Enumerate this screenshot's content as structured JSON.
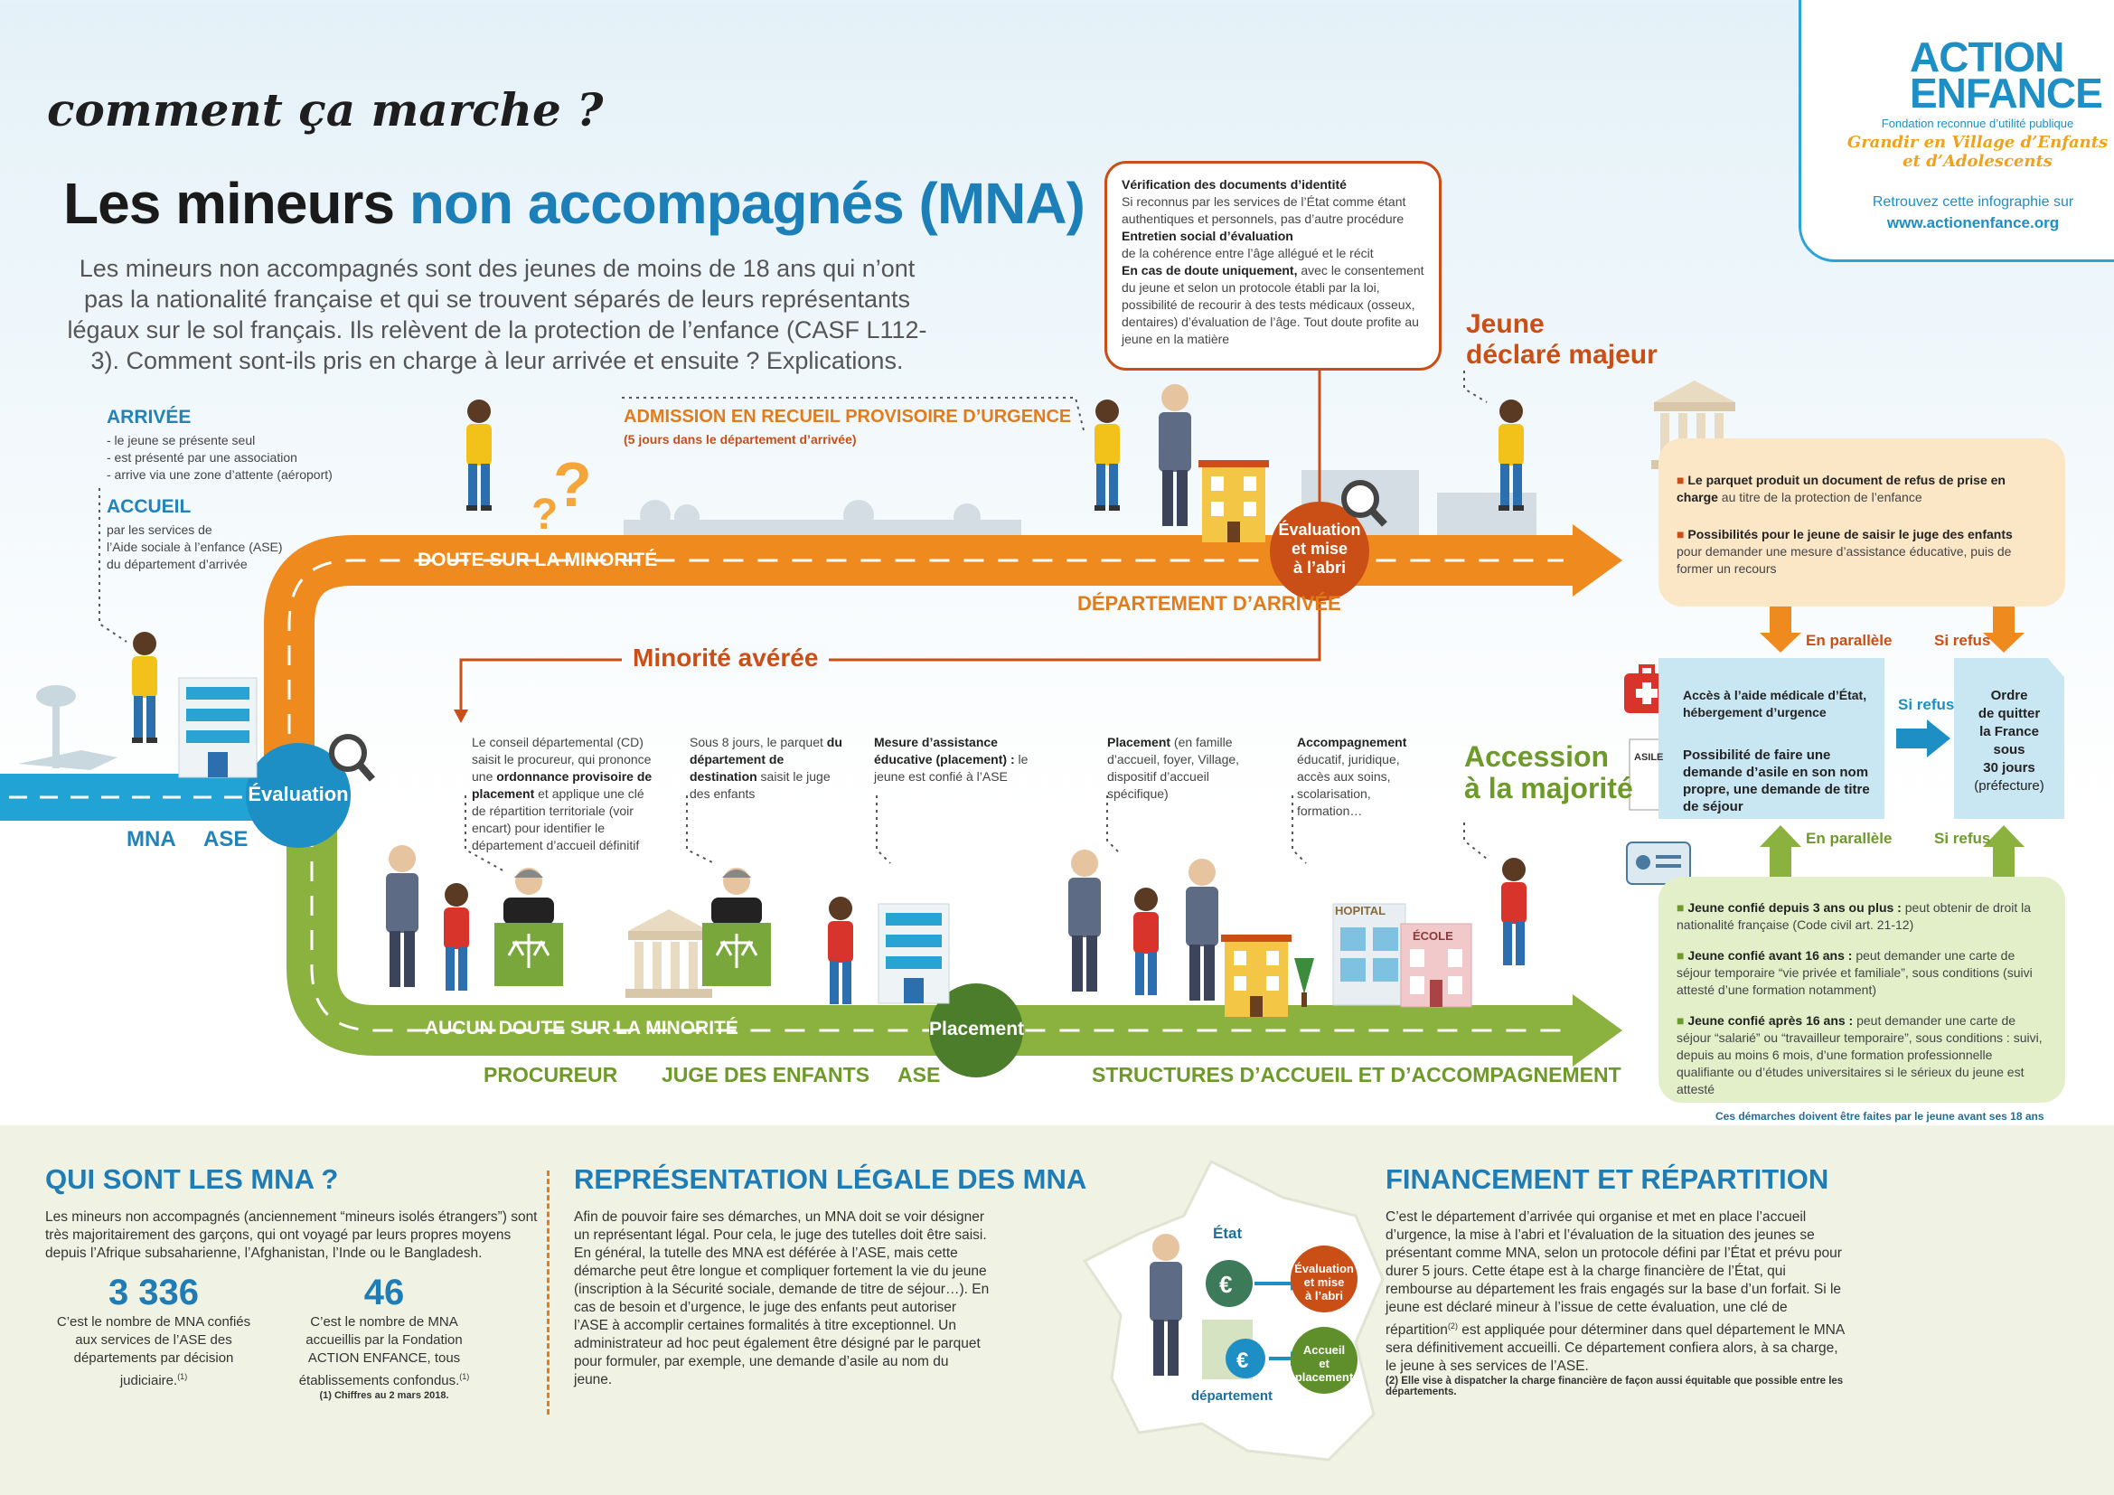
{
  "header": {
    "script_title": "comment ça marche ?",
    "title_part1": "Les mineurs",
    "title_part2": "non accompagnés (MNA)",
    "intro": "Les mineurs non accompagnés sont des jeunes de moins de 18 ans qui n’ont pas la nationalité française et qui se trouvent séparés de leurs représentants légaux sur le sol français. Ils relèvent de la protection de l’enfance (CASF L112-3). Comment sont-ils pris en charge à leur arrivée et ensuite ? Explications."
  },
  "logo": {
    "name1": "ACTION",
    "name2": "ENFANCE",
    "tagline": "Fondation reconnue d’utilité publique",
    "slogan1": "Grandir en Village d’Enfants",
    "slogan2": "et d’Adolescents",
    "more": "Retrouvez cette infographie sur",
    "url": "www.actionenfance.org"
  },
  "arrival": {
    "arrivee_title": "ARRIVÉE",
    "arrivee_items": [
      "- le jeune se présente seul",
      "- est présenté par une association",
      "- arrive via une zone d’attente (aéroport)"
    ],
    "accueil_title": "ACCUEIL",
    "accueil_lines": [
      "par les services de",
      "l’Aide sociale à l’enfance (ASE)",
      "du département d’arrivée"
    ],
    "mna_label": "MNA",
    "ase_label": "ASE",
    "evaluation_label": "Évaluation"
  },
  "top_route": {
    "admission_title": "ADMISSION EN RECUEIL PROVISOIRE D’URGENCE",
    "admission_sub": "(5 jours dans le département d’arrivée)",
    "doute_label": "DOUTE SUR LA MINORITÉ",
    "departement_label": "DÉPARTEMENT D’ARRIVÉE",
    "eval_abri": [
      "Évaluation",
      "et mise",
      "à l’abri"
    ],
    "minorite_avere": "Minorité avérée",
    "jeune_majeur": [
      "Jeune",
      "déclaré majeur"
    ]
  },
  "verification_box": {
    "t1": "Vérification des documents d’identité",
    "p1": "Si reconnus par les services de l’État comme étant authentiques et personnels, pas d’autre procédure",
    "t2": "Entretien social d’évaluation",
    "p2": "de la cohérence entre l’âge allégué et le récit",
    "t3": "En cas de doute uniquement,",
    "p3": " avec le consentement du jeune et selon un protocole établi par la loi, possibilité de recourir à des tests médicaux (osseux, dentaires) d’évaluation de l’âge. Tout doute profite au jeune en la matière"
  },
  "bottom_route": {
    "aucun_doute": "AUCUN DOUTE SUR LA MINORITÉ",
    "placement": "Placement",
    "procureur": "PROCUREUR",
    "juge": "JUGE DES ENFANTS",
    "ase": "ASE",
    "structures": "STRUCTURES D’ACCUEIL ET D’ACCOMPAGNEMENT",
    "accession": [
      "Accession",
      "à la majorité"
    ],
    "hopital": "HOPITAL",
    "ecole": "ÉCOLE",
    "note_cd": {
      "a": "Le conseil départemental (CD) saisit le procureur, qui prononce une ",
      "b": "ordonnance provisoire de placement",
      "c": " et applique une clé de répartition territoriale (voir encart) pour identifier le département d’accueil définitif"
    },
    "note_8j": {
      "a": "Sous 8 jours, le parquet ",
      "b": "du département de destination",
      "c": " saisit le juge des enfants"
    },
    "note_mesure": {
      "b": "Mesure d’assistance éducative (placement) :",
      "c": " le jeune est confié à l’ASE"
    },
    "note_placement": {
      "b": "Placement",
      "c": " (en famille d’accueil, foyer, Village, dispositif d’accueil spécifique)"
    },
    "note_accomp": {
      "b": "Accompagnement",
      "c": " éducatif, juridique, accès aux soins, scolarisation, formation…"
    }
  },
  "right_panel": {
    "refus_1b": "Le parquet produit un document de refus de prise en charge",
    "refus_1c": " au titre de la protection de l’enfance",
    "refus_2b": "Possibilités pour le jeune de saisir le juge des enfants",
    "refus_2c": " pour demander une mesure d’assistance éducative, puis de former un recours",
    "en_parallele": "En parallèle",
    "si_refus": "Si refus",
    "aide_medicale": "Accès à l’aide médicale d’État, hébergement d’urgence",
    "asile_tag": "ASILE",
    "asile_text": "Possibilité de faire une demande d’asile en son nom propre, une demande de titre de séjour",
    "ordre": [
      "Ordre",
      "de quitter",
      "la France",
      "sous",
      "30 jours"
    ],
    "ordre_pref": "(préfecture)",
    "green_1b": "Jeune confié depuis 3 ans ou plus :",
    "green_1c": " peut obtenir de droit la nationalité française (Code civil art. 21-12)",
    "green_2b": "Jeune confié avant 16 ans :",
    "green_2c": " peut demander une carte de séjour temporaire “vie privée et familiale”, sous conditions (suivi attesté d’une formation notamment)",
    "green_3b": "Jeune confié après 16 ans :",
    "green_3c": " peut demander une carte de séjour “salarié” ou “travailleur temporaire”, sous conditions : suivi, depuis au moins 6 mois, d’une formation professionnelle qualifiante ou d’études universitaires si le sérieux du jeune est attesté",
    "footnote": "Ces démarches doivent être faites par le jeune avant ses 18 ans"
  },
  "bottom": {
    "qui_title": "QUI SONT LES MNA ?",
    "qui_text": "Les mineurs non accompagnés (anciennement “mineurs isolés étrangers”) sont très majoritairement des garçons, qui ont voyagé par leurs propres moyens depuis l’Afrique subsaharienne, l’Afghanistan, l’Inde ou le Bangladesh.",
    "num1": "3 336",
    "num1_text": "C’est le nombre de MNA confiés aux services de l’ASE des départements par décision judiciaire.",
    "num2": "46",
    "num2_text": "C’est le nombre de MNA accueillis par la Fondation ACTION ENFANCE, tous établissements confondus.",
    "sup1": "(1)",
    "num_note": "(1) Chiffres au 2 mars 2018.",
    "rep_title": "REPRÉSENTATION LÉGALE DES MNA",
    "rep_text": "Afin de pouvoir faire ses démarches, un MNA doit se voir désigner un représentant légal. Pour cela, le juge des tutelles doit être saisi. En général, la tutelle des MNA est déférée à l’ASE, mais cette démarche peut être longue et compliquer fortement la vie du jeune (inscription à la Sécurité sociale, demande de titre de séjour…). En cas de besoin et d’urgence, le juge des enfants peut autoriser l’ASE à accomplir certaines formalités à titre exceptionnel. Un administrateur ad hoc peut également être désigné par le parquet pour formuler, par exemple, une demande d’asile au nom du jeune.",
    "map_etat": "État",
    "map_departement": "département",
    "map_eval": [
      "Évaluation",
      "et mise",
      "à l’abri"
    ],
    "map_accueil": [
      "Accueil",
      "et",
      "placement"
    ],
    "fin_title": "FINANCEMENT ET RÉPARTITION",
    "fin_text_a": "C’est le département d’arrivée qui organise et met en place l’accueil d’urgence, la mise à l’abri et l’évaluation de la situation des jeunes se présentant comme MNA, selon un protocole défini par l’État et prévu pour durer 5 jours. Cette étape est à la charge financière de l’État, qui rembourse au département les frais engagés sur la base d’un forfait. Si le jeune est déclaré mineur à l’issue de cette évaluation, une clé de répartition",
    "fin_sup": "(2)",
    "fin_text_b": " est appliquée pour déterminer dans quel département le MNA sera définitivement accueilli. Ce département confiera alors, à sa charge, le jeune à ses services de l’ASE.",
    "fin_note": "(2) Elle vise à dispatcher la charge financière de façon aussi équitable que possible entre les départements."
  },
  "colors": {
    "orange": "#ef8a1f",
    "green": "#8bb23f",
    "teal": "#1e8fc4",
    "dark_red": "#c94f16",
    "blue_title": "#1c7fb8"
  }
}
